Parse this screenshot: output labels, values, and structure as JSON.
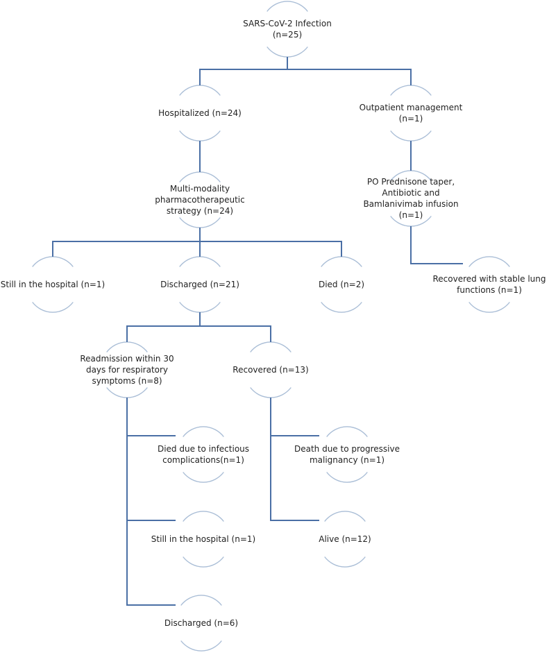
{
  "colors": {
    "connector": "#4a6fa5",
    "arc": "#a9bdd6",
    "text": "#222222",
    "background": "#ffffff"
  },
  "nodes": {
    "infection": {
      "lines": [
        "SARS-CoV-2  Infection",
        "(n=25)"
      ]
    },
    "hospitalized": {
      "lines": [
        "Hospitalized (n=24)"
      ]
    },
    "outpatient": {
      "lines": [
        "Outpatient management",
        "(n=1)"
      ]
    },
    "multimodality": {
      "lines": [
        "Multi-modality",
        "pharmacotherapeutic",
        "strategy (n=24)"
      ]
    },
    "prednisone": {
      "lines": [
        "PO Prednisone taper,",
        "Antibiotic and",
        "Bamlanivimab infusion",
        "(n=1)"
      ]
    },
    "still_hospital_1": {
      "lines": [
        "Still in the hospital (n=1)"
      ]
    },
    "discharged_21": {
      "lines": [
        "Discharged (n=21)"
      ]
    },
    "died_2": {
      "lines": [
        "Died (n=2)"
      ]
    },
    "recovered_stable": {
      "lines": [
        "Recovered with stable lung",
        "functions (n=1)"
      ]
    },
    "readmission": {
      "lines": [
        "Readmission within 30",
        "days for respiratory",
        "symptoms (n=8)"
      ]
    },
    "recovered_13": {
      "lines": [
        "Recovered (n=13)"
      ]
    },
    "died_infectious": {
      "lines": [
        "Died due to infectious",
        "complications(n=1)"
      ]
    },
    "death_malignancy": {
      "lines": [
        "Death due to progressive",
        "malignancy (n=1)"
      ]
    },
    "still_hospital_2": {
      "lines": [
        "Still in the hospital (n=1)"
      ]
    },
    "alive_12": {
      "lines": [
        "Alive (n=12)"
      ]
    },
    "discharged_6": {
      "lines": [
        "Discharged (n=6)"
      ]
    }
  }
}
